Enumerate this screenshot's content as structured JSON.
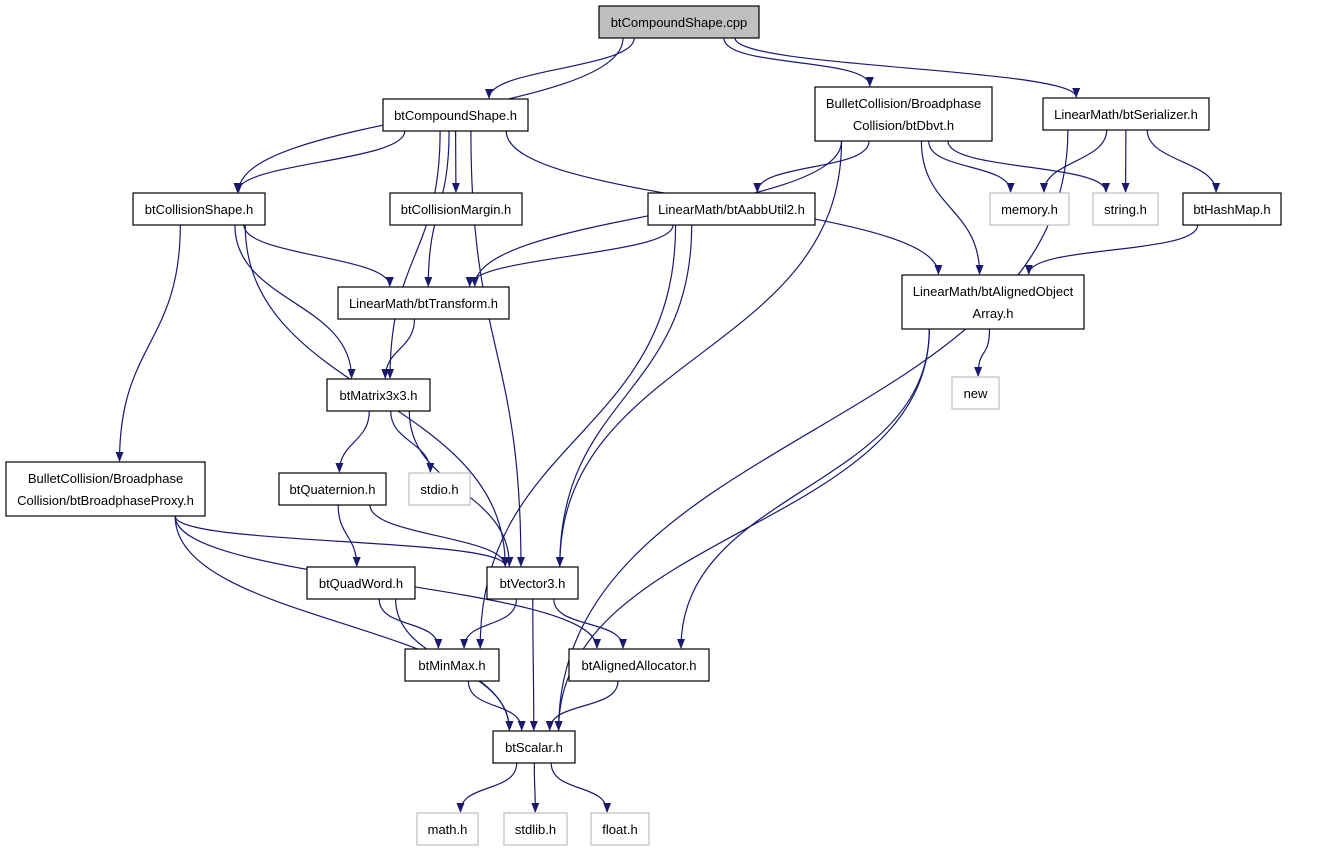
{
  "colors": {
    "edge": "#191970",
    "root_fill": "#bfbfbf",
    "node_fill": "#ffffff",
    "node_stroke": "#000000",
    "system_stroke": "#bfbfbf"
  },
  "nodes": [
    {
      "id": "root",
      "lines": [
        "btCompoundShape.cpp"
      ],
      "kind": "root"
    },
    {
      "id": "compoundshape",
      "lines": [
        "btCompoundShape.h"
      ],
      "kind": "file"
    },
    {
      "id": "dbvt",
      "lines": [
        "BulletCollision/Broadphase",
        "Collision/btDbvt.h"
      ],
      "kind": "file"
    },
    {
      "id": "serializer",
      "lines": [
        "LinearMath/btSerializer.h"
      ],
      "kind": "file"
    },
    {
      "id": "collisionshape",
      "lines": [
        "btCollisionShape.h"
      ],
      "kind": "file"
    },
    {
      "id": "collisionmargin",
      "lines": [
        "btCollisionMargin.h"
      ],
      "kind": "file"
    },
    {
      "id": "aabbutil",
      "lines": [
        "LinearMath/btAabbUtil2.h"
      ],
      "kind": "file"
    },
    {
      "id": "memory",
      "lines": [
        "memory.h"
      ],
      "kind": "system"
    },
    {
      "id": "string",
      "lines": [
        "string.h"
      ],
      "kind": "system"
    },
    {
      "id": "hashmap",
      "lines": [
        "btHashMap.h"
      ],
      "kind": "file"
    },
    {
      "id": "transform",
      "lines": [
        "LinearMath/btTransform.h"
      ],
      "kind": "file"
    },
    {
      "id": "alignedarray",
      "lines": [
        "LinearMath/btAlignedObject",
        "Array.h"
      ],
      "kind": "file"
    },
    {
      "id": "matrix",
      "lines": [
        "btMatrix3x3.h"
      ],
      "kind": "file"
    },
    {
      "id": "new",
      "lines": [
        "new"
      ],
      "kind": "system"
    },
    {
      "id": "proxy",
      "lines": [
        "BulletCollision/Broadphase",
        "Collision/btBroadphaseProxy.h"
      ],
      "kind": "file"
    },
    {
      "id": "quaternion",
      "lines": [
        "btQuaternion.h"
      ],
      "kind": "file"
    },
    {
      "id": "stdio",
      "lines": [
        "stdio.h"
      ],
      "kind": "system"
    },
    {
      "id": "quadword",
      "lines": [
        "btQuadWord.h"
      ],
      "kind": "file"
    },
    {
      "id": "vector3",
      "lines": [
        "btVector3.h"
      ],
      "kind": "file"
    },
    {
      "id": "minmax",
      "lines": [
        "btMinMax.h"
      ],
      "kind": "file"
    },
    {
      "id": "allocator",
      "lines": [
        "btAlignedAllocator.h"
      ],
      "kind": "file"
    },
    {
      "id": "scalar",
      "lines": [
        "btScalar.h"
      ],
      "kind": "file"
    },
    {
      "id": "math",
      "lines": [
        "math.h"
      ],
      "kind": "system"
    },
    {
      "id": "stdlib",
      "lines": [
        "stdlib.h"
      ],
      "kind": "system"
    },
    {
      "id": "float",
      "lines": [
        "float.h"
      ],
      "kind": "system"
    }
  ],
  "edges": [
    [
      "root",
      "collisionshape"
    ],
    [
      "root",
      "compoundshape"
    ],
    [
      "root",
      "dbvt"
    ],
    [
      "root",
      "serializer"
    ],
    [
      "compoundshape",
      "collisionshape"
    ],
    [
      "compoundshape",
      "matrix"
    ],
    [
      "compoundshape",
      "transform"
    ],
    [
      "compoundshape",
      "collisionmargin"
    ],
    [
      "compoundshape",
      "vector3"
    ],
    [
      "compoundshape",
      "alignedarray"
    ],
    [
      "dbvt",
      "transform"
    ],
    [
      "dbvt",
      "aabbutil"
    ],
    [
      "dbvt",
      "vector3"
    ],
    [
      "dbvt",
      "alignedarray"
    ],
    [
      "dbvt",
      "memory"
    ],
    [
      "dbvt",
      "string"
    ],
    [
      "serializer",
      "memory"
    ],
    [
      "serializer",
      "string"
    ],
    [
      "serializer",
      "hashmap"
    ],
    [
      "serializer",
      "scalar"
    ],
    [
      "collisionshape",
      "transform"
    ],
    [
      "collisionshape",
      "matrix"
    ],
    [
      "collisionshape",
      "proxy"
    ],
    [
      "collisionshape",
      "vector3"
    ],
    [
      "aabbutil",
      "transform"
    ],
    [
      "aabbutil",
      "vector3"
    ],
    [
      "aabbutil",
      "minmax"
    ],
    [
      "hashmap",
      "alignedarray"
    ],
    [
      "transform",
      "matrix"
    ],
    [
      "alignedarray",
      "new"
    ],
    [
      "alignedarray",
      "allocator"
    ],
    [
      "alignedarray",
      "scalar"
    ],
    [
      "matrix",
      "quaternion"
    ],
    [
      "matrix",
      "stdio"
    ],
    [
      "matrix",
      "vector3"
    ],
    [
      "proxy",
      "vector3"
    ],
    [
      "proxy",
      "allocator"
    ],
    [
      "proxy",
      "scalar"
    ],
    [
      "quaternion",
      "quadword"
    ],
    [
      "quaternion",
      "vector3"
    ],
    [
      "quadword",
      "minmax"
    ],
    [
      "quadword",
      "scalar"
    ],
    [
      "vector3",
      "minmax"
    ],
    [
      "vector3",
      "allocator"
    ],
    [
      "vector3",
      "scalar"
    ],
    [
      "minmax",
      "scalar"
    ],
    [
      "allocator",
      "scalar"
    ],
    [
      "scalar",
      "math"
    ],
    [
      "scalar",
      "stdlib"
    ],
    [
      "scalar",
      "float"
    ]
  ]
}
